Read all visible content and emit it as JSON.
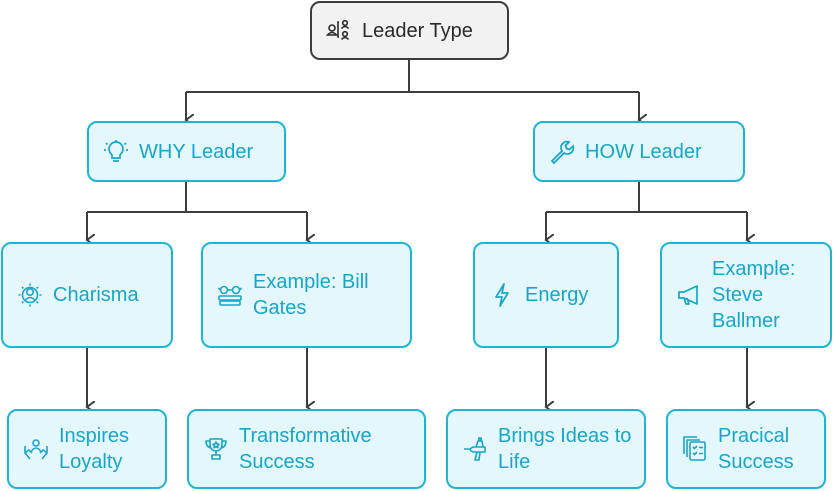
{
  "colors": {
    "accent": "#1fb3d6",
    "fill": "#e3f7fc",
    "root_fill": "#f2f2f2",
    "root_border": "#3d3d3d",
    "connector": "#3d3d3d"
  },
  "nodes": {
    "root": {
      "label": "Leader Type",
      "icon": "team-hierarchy-icon"
    },
    "why": {
      "label": "WHY Leader",
      "icon": "lightbulb-icon"
    },
    "how": {
      "label": "HOW Leader",
      "icon": "wrench-icon"
    },
    "charisma": {
      "label": "Charisma",
      "icon": "radiant-person-icon"
    },
    "bill": {
      "label": "Example: Bill Gates",
      "icon": "glasses-books-icon"
    },
    "energy": {
      "label": "Energy",
      "icon": "lightning-bolt-icon"
    },
    "steve": {
      "label": "Example: Steve Ballmer",
      "icon": "megaphone-icon"
    },
    "loyalty": {
      "label": "Inspires Loyalty",
      "icon": "hands-person-icon"
    },
    "transform": {
      "label": "Transformative Success",
      "icon": "trophy-icon"
    },
    "ideas": {
      "label": "Brings Ideas to Life",
      "icon": "airbrush-icon"
    },
    "practical": {
      "label": "Pracical Success",
      "icon": "checklist-icon"
    }
  }
}
